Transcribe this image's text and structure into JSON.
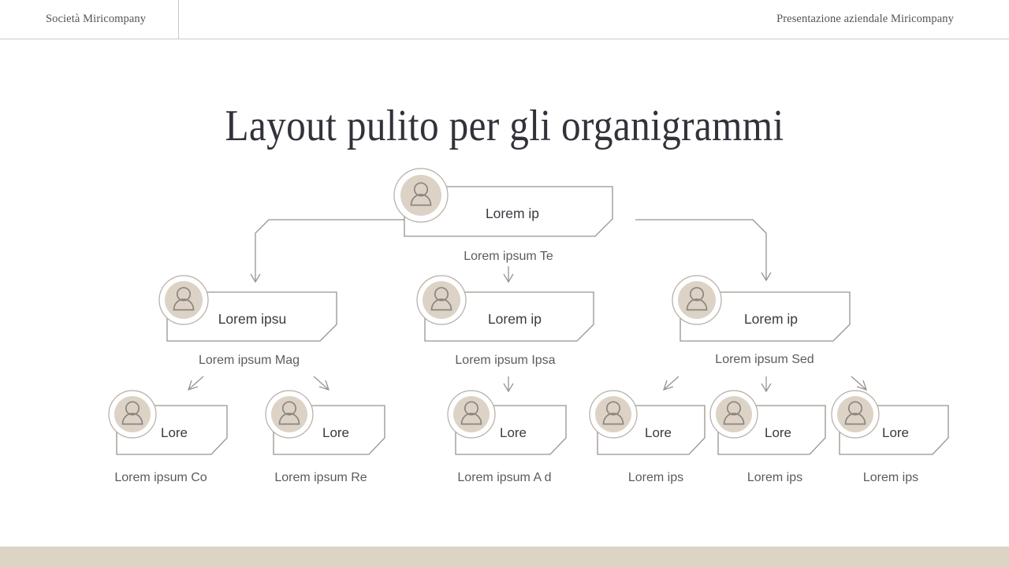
{
  "header": {
    "left_label": "Società Miricompany",
    "right_label": "Presentazione aziendale Miricompany",
    "divider_color": "#C9C9C9"
  },
  "title": "Layout pulito per gli organigrammi",
  "theme": {
    "background": "#FFFFFF",
    "footer_bar_color": "#DCD4C5",
    "avatar_fill": "#DCD3C6",
    "avatar_ring": "#B5ADA4",
    "card_stroke": "#9A938C",
    "connector_stroke": "#9A938C",
    "title_color": "#33313A",
    "caption_color": "#5C5A61"
  },
  "org_chart": {
    "levels": [
      {
        "level": 1,
        "nodes": [
          {
            "id": "n1",
            "label": "Lorem ip",
            "caption": "Lorem ipsum Te",
            "avatar_icon": "person-icon"
          }
        ]
      },
      {
        "level": 2,
        "nodes": [
          {
            "id": "n2",
            "label": "Lorem ipsu",
            "caption": "Lorem ipsum Mag",
            "avatar_icon": "person-icon"
          },
          {
            "id": "n3",
            "label": "Lorem ip",
            "caption": "Lorem ipsum Ipsa",
            "avatar_icon": "person-icon"
          },
          {
            "id": "n4",
            "label": "Lorem ip",
            "caption": "Lorem ipsum Sed",
            "avatar_icon": "person-icon"
          }
        ]
      },
      {
        "level": 3,
        "nodes": [
          {
            "id": "n5",
            "label": "Lore",
            "caption": "Lorem ipsum Co",
            "avatar_icon": "person-icon"
          },
          {
            "id": "n6",
            "label": "Lore",
            "caption": "Lorem ipsum Re",
            "avatar_icon": "person-icon"
          },
          {
            "id": "n7",
            "label": "Lore",
            "caption": "Lorem ipsum A d",
            "avatar_icon": "person-icon"
          },
          {
            "id": "n8",
            "label": "Lore",
            "caption": "Lorem ips",
            "avatar_icon": "person-icon"
          },
          {
            "id": "n9",
            "label": "Lore",
            "caption": "Lorem ips",
            "avatar_icon": "person-icon"
          },
          {
            "id": "n10",
            "label": "Lore",
            "caption": "Lorem ips",
            "avatar_icon": "person-icon"
          }
        ]
      }
    ]
  }
}
